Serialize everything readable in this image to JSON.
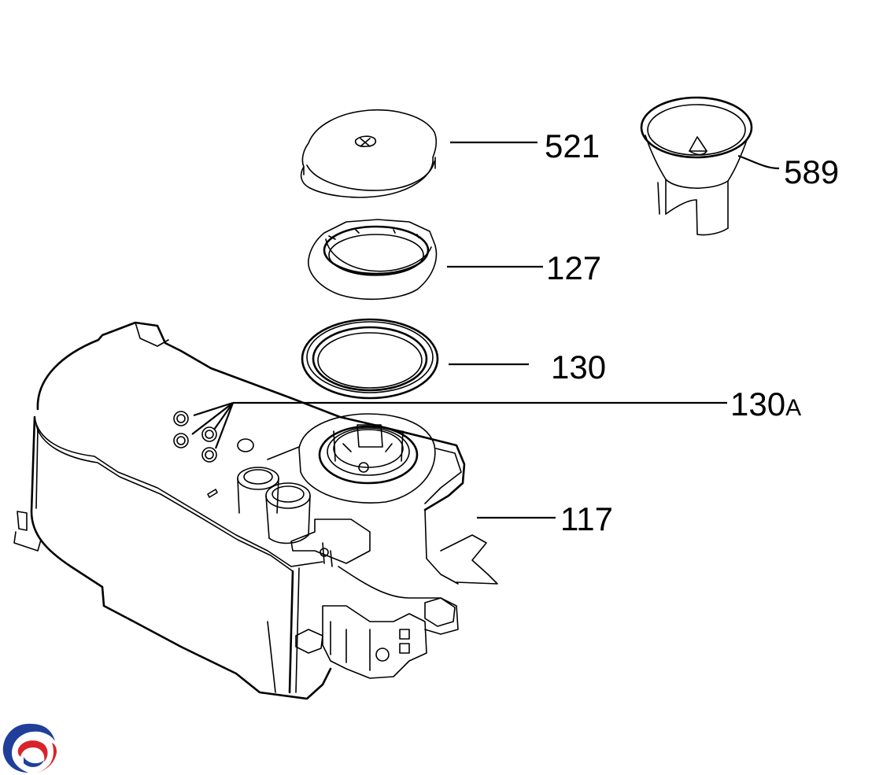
{
  "diagram": {
    "callouts": [
      {
        "id": "521",
        "text": "521"
      },
      {
        "id": "589",
        "text": "589"
      },
      {
        "id": "127",
        "text": "127"
      },
      {
        "id": "130",
        "text": "130"
      },
      {
        "id": "130A",
        "text": "130",
        "suffix": "A"
      },
      {
        "id": "117",
        "text": "117"
      }
    ]
  },
  "logo": {
    "icon": "swirl-logo-icon",
    "colors": {
      "blue": "#1f3f9a",
      "red": "#d8232a"
    }
  }
}
